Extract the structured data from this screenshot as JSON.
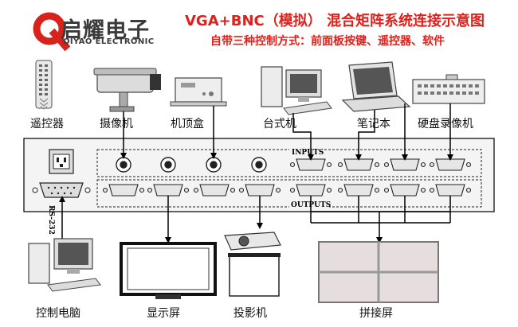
{
  "brand": {
    "name": "启耀电子",
    "name_en": "QIYAO ELECTRONIC"
  },
  "title": "VGA+BNC（模拟） 混合矩阵系统连接示意图",
  "subtitle": "自带三种控制方式：前面板按键、遥控器、软件",
  "devices_top": {
    "remote": "遥控器",
    "camera": "摄像机",
    "settop": "机顶盒",
    "desktop": "台式机",
    "laptop": "笔记本",
    "dvr": "硬盘录像机"
  },
  "devices_bottom": {
    "control_pc": "控制电脑",
    "monitor": "显示屏",
    "projector": "投影机",
    "video_wall": "拼接屏"
  },
  "panel": {
    "inputs": "INPUTS",
    "outputs": "OUTPUTS",
    "rs232": "RS-232"
  },
  "colors": {
    "accent": "#e0211b",
    "line": "#000000",
    "panel_fill": "#f4f4f4"
  }
}
